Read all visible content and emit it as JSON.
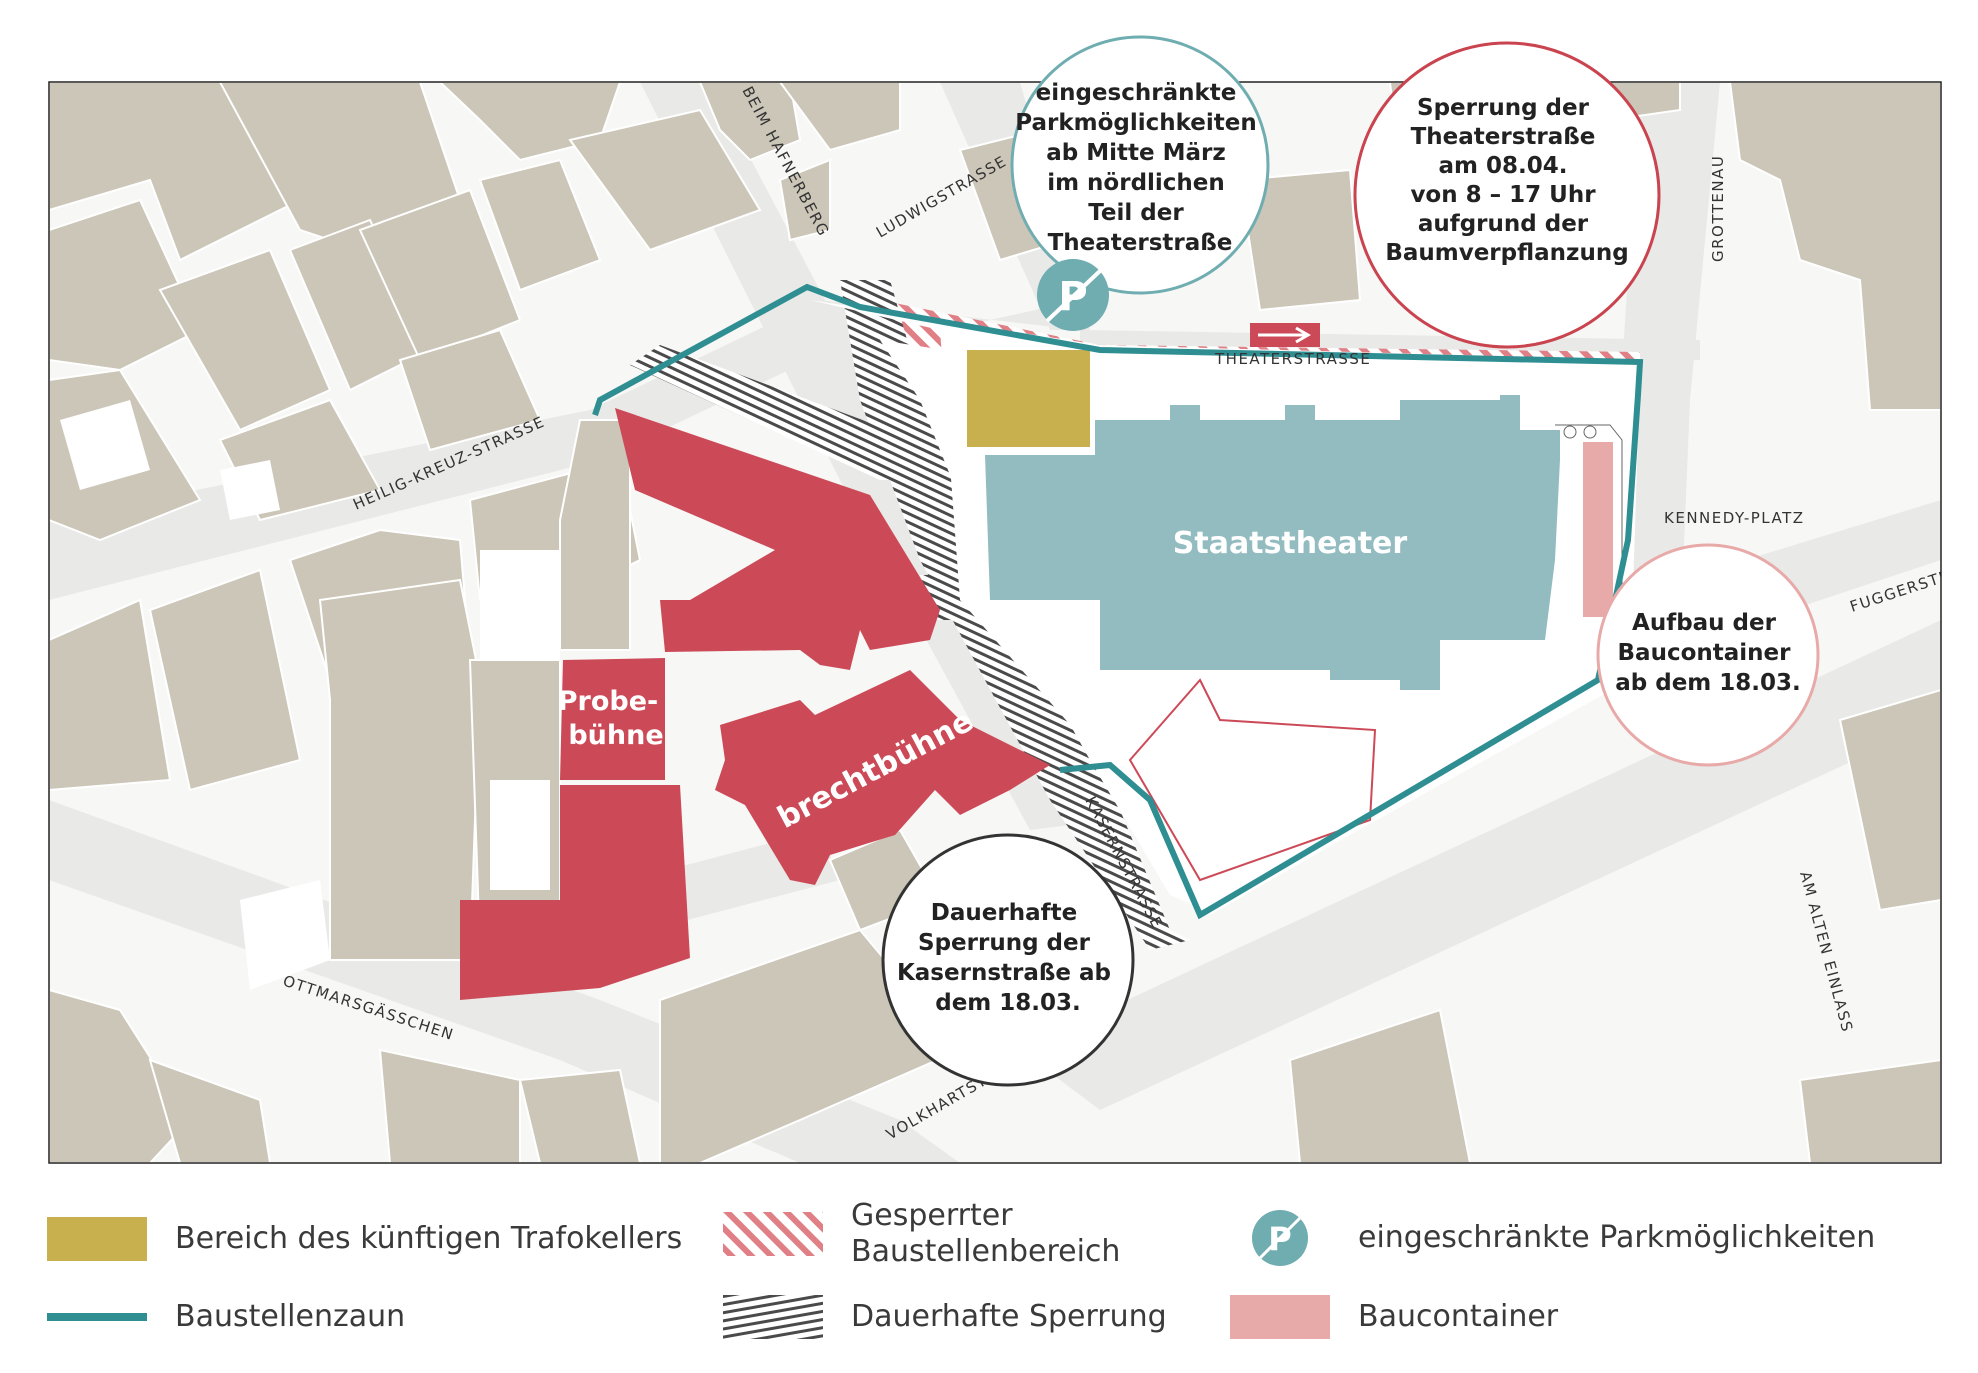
{
  "map": {
    "streets": {
      "beim_hafnerberg": "BEIM HAFNERBERG",
      "ludwigstrasse": "LUDWIGSTRASSE",
      "heilig_kreuz": "HEILIG-KREUZ-STRASSE",
      "theaterstrasse": "THEATERSTRASSE",
      "grottenau": "GROTTENAU",
      "kennedy_platz": "KENNEDY-PLATZ",
      "fuggerstr": "FUGGERSTR",
      "kasernstrasse": "KASERNSTRASSE",
      "am_alten_einlass": "AM ALTEN EINLASS",
      "ottmarsgaesschen": "OTTMARSGÄSSCHEN",
      "volkhartstr": "VOLKHARTSTR"
    },
    "buildings": {
      "staatstheater": "Staatstheater",
      "probebuehne_line1": "Probe-",
      "probebuehne_line2": "bühne",
      "brechtbuehne": "brechtbühne"
    },
    "callouts": {
      "parking": [
        "eingeschränkte",
        "Parkmöglichkeiten",
        "ab Mitte März",
        "im nördlichen",
        "Teil der",
        "Theaterstraße"
      ],
      "sperrung_theater": [
        "Sperrung der",
        "Theaterstraße",
        "am 08.04.",
        "von 8 – 17 Uhr",
        "aufgrund der",
        "Baumverpflanzung"
      ],
      "baucontainer": [
        "Aufbau der",
        "Baucontainer",
        "ab dem 18.03."
      ],
      "kasernstrasse": [
        "Dauerhafte",
        "Sperrung der",
        "Kasernstraße ab",
        "dem 18.03."
      ]
    },
    "parking_symbol": "P"
  },
  "legend": {
    "trafokeller": "Bereich des künftigen Trafokellers",
    "gesperrt_line1": "Gesperrter",
    "gesperrt_line2": "Baustellenbereich",
    "parking": "eingeschränkte Parkmöglichkeiten",
    "zaun": "Baustellenzaun",
    "dauerhaft": "Dauerhafte Sperrung",
    "container": "Baucontainer",
    "parking_symbol": "P"
  },
  "colors": {
    "building": "#cbc6b8",
    "street": "#ececec",
    "red_building": "#cc4a57",
    "theater": "#93bcc1",
    "trafo": "#c9b04f",
    "fence": "#2e8e92",
    "hatch_red": "#e07f86",
    "hatch_dark": "#4a4a4a",
    "container": "#e8aaa8",
    "circle_teal": "#6fadb1",
    "circle_red": "#c9444f",
    "circle_pink": "#e8aaa8",
    "circle_dark": "#333333",
    "outline_red": "#cc4a57"
  }
}
